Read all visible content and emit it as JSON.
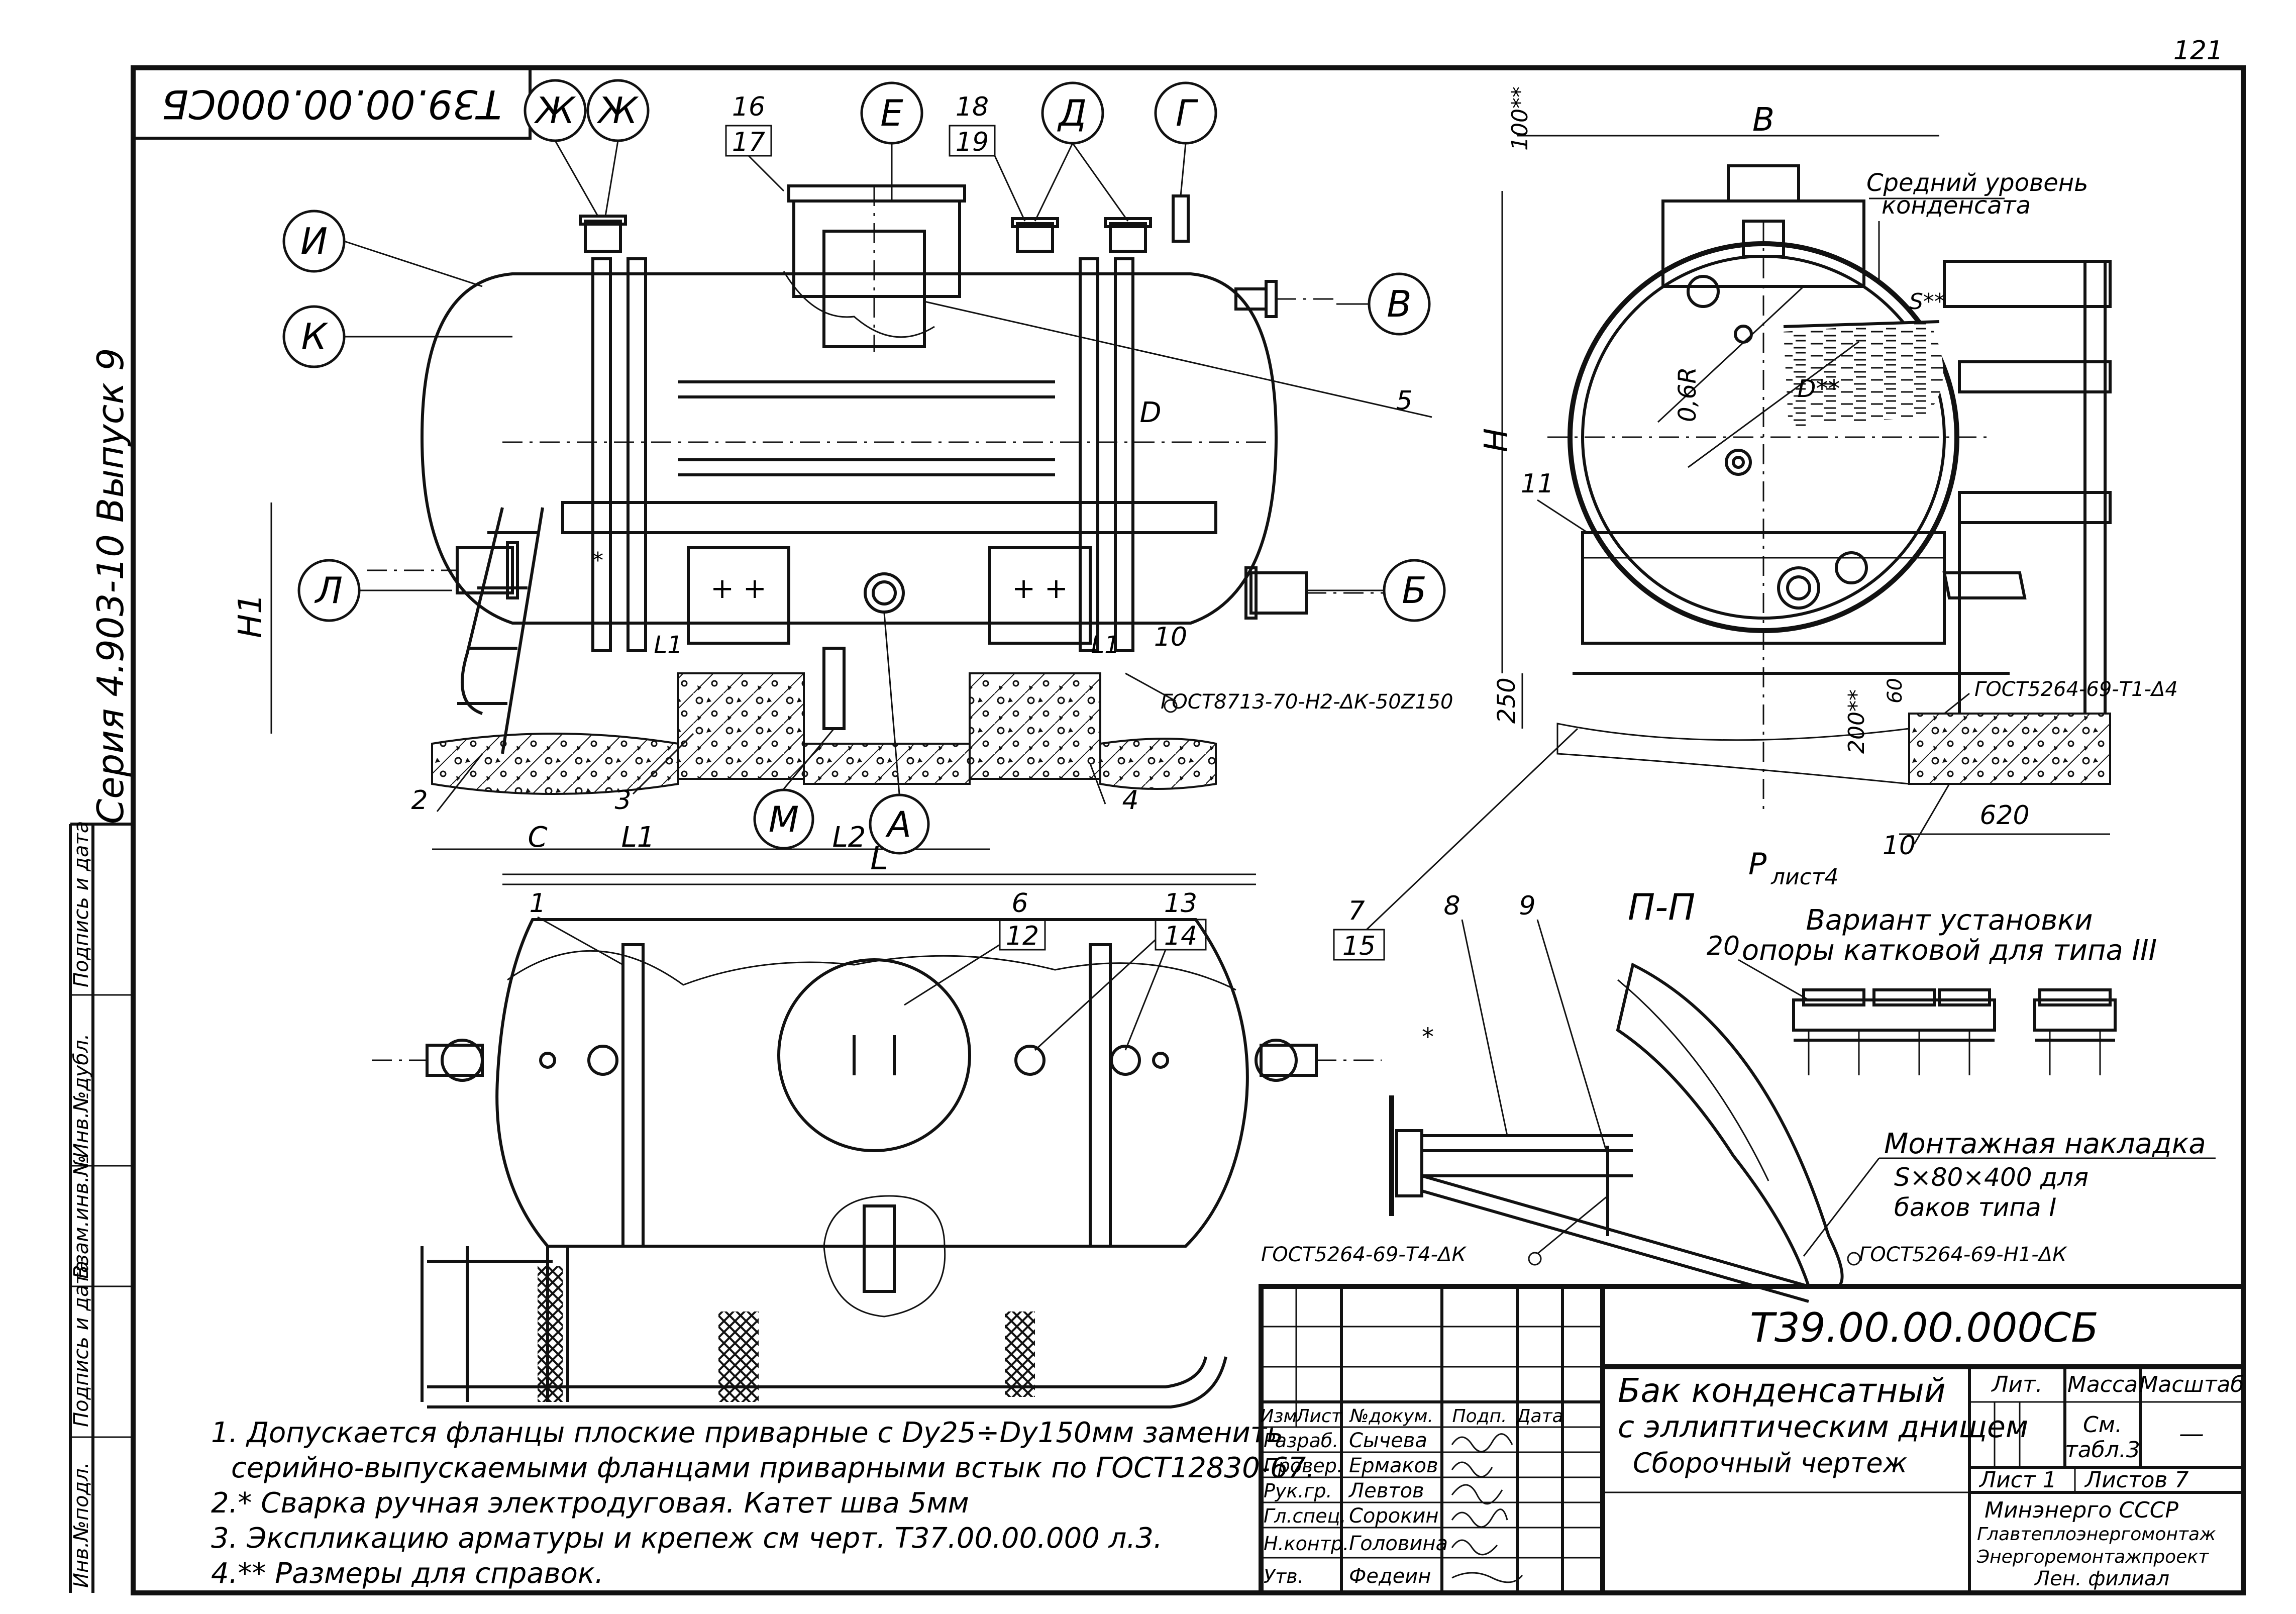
{
  "page_number": "121",
  "header_stamp": "Т39.00.00.000СБ",
  "series_text": "Серия 4.903-10 Выпуск 9",
  "side_stamp_labels": [
    "Инв.№подл.",
    "Подпись и дата",
    "Взам.инв.№",
    "Инв.№дубл.",
    "Подпись и дата"
  ],
  "connection_callouts": {
    "zh1": "Ж",
    "zh2": "Ж",
    "e": "Е",
    "d": "Д",
    "g": "Г",
    "i": "И",
    "k": "К",
    "v": "В",
    "l": "Л",
    "b": "Б",
    "m": "М",
    "a": "А"
  },
  "part_numbers": {
    "p1": "1",
    "p2": "2",
    "p3": "3",
    "p4": "4",
    "p5": "5",
    "p6": "6",
    "p7": "7",
    "p8": "8",
    "p9": "9",
    "p10a": "10",
    "p10b": "10",
    "p11": "11",
    "p12": "12",
    "p13": "13",
    "p14": "14",
    "p15": "15",
    "p16": "16",
    "p17": "17",
    "p18": "18",
    "p19": "19",
    "p20": "20"
  },
  "dimensions": {
    "H1": "H1",
    "H": "H",
    "B": "B",
    "L": "L",
    "L1a": "L1",
    "L2": "L2",
    "L1b": "L1",
    "L1c": "L1",
    "C": "C",
    "D": "D",
    "D_side": "D**",
    "d250": "250",
    "d200": "200**",
    "d620": "620",
    "d100": "100**",
    "d06R": "0,6R",
    "d60": "60",
    "S": "S**",
    "section_ref": "P",
    "section_sheet": "лист4",
    "section_label": "П-П",
    "star1": "*",
    "star2": "*"
  },
  "weld_notes": {
    "front": "ГОСТ8713-70-Н2-ΔК-50Z150",
    "side": "ГОСТ5264-69-Т1-Δ4",
    "section_left": "ГОСТ5264-69-Т4-ΔК",
    "section_right": "ГОСТ5264-69-Н1-ΔК"
  },
  "side_view_note": [
    "Средний уровень",
    "конденсата"
  ],
  "variant_title": [
    "Вариант установки",
    "опоры катковой для типа III"
  ],
  "mount_note": [
    "Монтажная накладка",
    "S×80×400 для",
    "баков типа I"
  ],
  "notes": [
    "1. Допускается фланцы плоские приварные с Dy25÷Dy150мм заменить",
    "серийно-выпускаемыми фланцами приварными встык по ГОСТ12830-67.",
    "2.* Сварка ручная электродуговая. Катет шва 5мм",
    "3. Экспликацию арматуры и крепеж см черт. Т37.00.00.000 л.3.",
    "4.** Размеры для справок."
  ],
  "title_block": {
    "designation": "Т39.00.00.000СБ",
    "name_line1": "Бак конденсатный",
    "name_line2": "с эллиптическим днищем",
    "name_line3": "Сборочный чертеж",
    "col_headers": [
      "Изм",
      "Лист",
      "№докум.",
      "Подп.",
      "Дата"
    ],
    "signatures": [
      {
        "role": "Разраб.",
        "name": "Сычева"
      },
      {
        "role": "Провер.",
        "name": "Ермаков"
      },
      {
        "role": "Рук.гр.",
        "name": "Левтов"
      },
      {
        "role": "Гл.спец.",
        "name": "Сорокин"
      },
      {
        "role": "Н.контр.",
        "name": "Головина"
      },
      {
        "role": "Утв.",
        "name": "Федеин"
      }
    ],
    "lit_label": "Лит.",
    "mass_label": "Масса",
    "scale_label": "Масштаб",
    "mass_value_1": "См.",
    "mass_value_2": "табл.3",
    "scale_value": "—",
    "sheet": "Лист 1",
    "sheets": "Листов 7",
    "org": [
      "Минэнерго СССР",
      "Главтеплоэнергомонтаж",
      "Энергоремонтажпроект",
      "Лен. филиал"
    ]
  }
}
